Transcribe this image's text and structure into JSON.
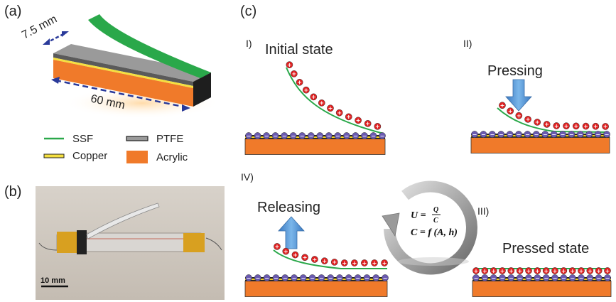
{
  "panels": {
    "a": {
      "label": "(a)",
      "width_dim": "7.5 mm",
      "length_dim": "60 mm",
      "legend": {
        "ssf": "SSF",
        "copper": "Copper",
        "ptfe": "PTFE",
        "acrylic": "Acrylic"
      }
    },
    "b": {
      "label": "(b)",
      "scale_bar": "10 mm"
    },
    "c": {
      "label": "(c)",
      "steps": {
        "s1_num": "I)",
        "s1_title": "Initial state",
        "s2_num": "II)",
        "s2_title": "Pressing",
        "s3_num": "III)",
        "s3_title": "Pressed state",
        "s4_num": "IV)",
        "s4_title": "Releasing"
      },
      "equation": {
        "u_lhs": "U =",
        "u_num": "Q",
        "u_den": "C",
        "c_line": "C = f (A, h)"
      }
    }
  },
  "colors": {
    "ssf": "#2aa84a",
    "copper": "#f0d020",
    "ptfe": "#8a8a8a",
    "acrylic": "#f07a2a",
    "positive": "#e02020",
    "negative": "#6a5ab0",
    "arrow": "#4a8fd0",
    "dim_arrow": "#2a3a9a"
  }
}
